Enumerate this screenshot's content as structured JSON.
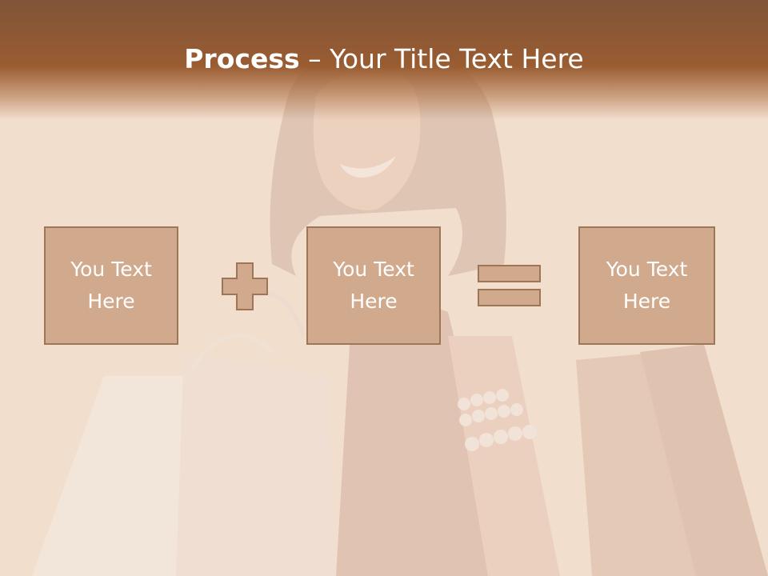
{
  "slide": {
    "title_strong": "Process",
    "title_rest": " – Your Title Text Here",
    "boxes": [
      "You Text Here",
      "You Text Here",
      "You Text Here"
    ],
    "operators": [
      "plus-icon",
      "equals-icon"
    ]
  },
  "colors": {
    "header": "#9a5c31",
    "box_fill": "#d1a98d",
    "box_border": "#9d7658",
    "background": "#f1dccb",
    "text": "#ffffff"
  }
}
